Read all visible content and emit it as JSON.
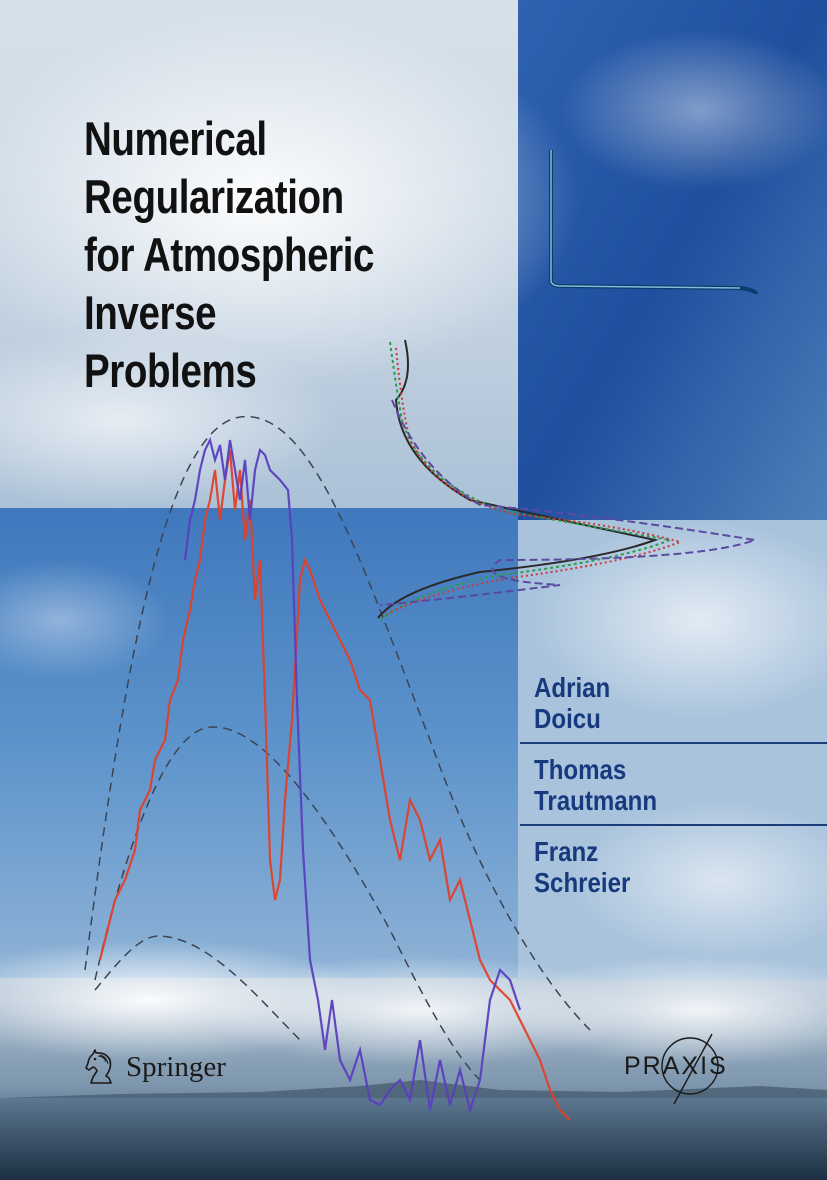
{
  "book": {
    "title_lines": [
      "Numerical",
      "Regularization",
      "for Atmospheric",
      "Inverse",
      "Problems"
    ],
    "authors": [
      {
        "first": "Adrian",
        "last": "Doicu"
      },
      {
        "first": "Thomas",
        "last": "Trautmann"
      },
      {
        "first": "Franz",
        "last": "Schreier"
      }
    ],
    "publisher": "Springer",
    "series": "PRAXIS"
  },
  "colors": {
    "title_text": "#111111",
    "author_text": "#163a7d",
    "author_rule": "#1b3d7a",
    "spectrum_red": "#e0402a",
    "spectrum_blue": "#5a3fbf"
  },
  "icons": {
    "publisher_logo": "knight-horse-icon",
    "series_logo": "praxis-circle-icon"
  }
}
